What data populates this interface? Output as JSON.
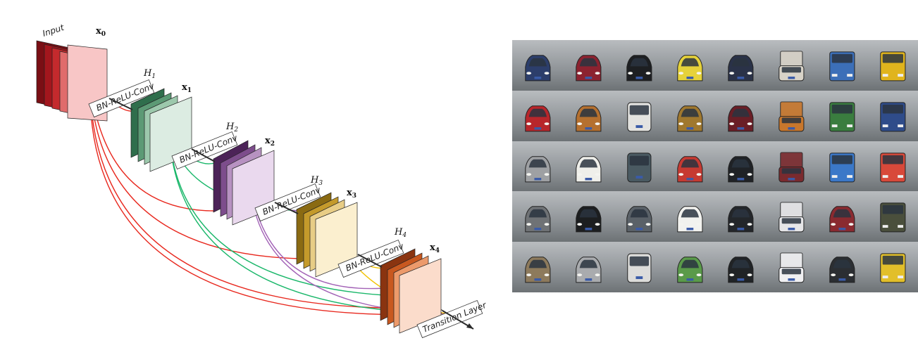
{
  "diagram": {
    "input_label": "Input",
    "block_label": "BN-ReLU-Conv",
    "transition_label": "Transition Layer",
    "stages": [
      {
        "x_main": "x",
        "x_sub": "0",
        "h_main": "",
        "h_sub": "",
        "colors": [
          "#7a0e14",
          "#a3161d",
          "#c42a2d",
          "#e06b6b",
          "#f8c6c6"
        ]
      },
      {
        "x_main": "x",
        "x_sub": "1",
        "h_main": "H",
        "h_sub": "1",
        "colors": [
          "#2f6e4c",
          "#5c9a75",
          "#9cc8ac",
          "#dcece2"
        ]
      },
      {
        "x_main": "x",
        "x_sub": "2",
        "h_main": "H",
        "h_sub": "2",
        "colors": [
          "#4c2358",
          "#7d4d8c",
          "#b792c1",
          "#ead9ee"
        ]
      },
      {
        "x_main": "x",
        "x_sub": "3",
        "h_main": "H",
        "h_sub": "3",
        "colors": [
          "#8a6a12",
          "#c49a2b",
          "#e8cd86",
          "#fbefcf"
        ]
      },
      {
        "x_main": "x",
        "x_sub": "4",
        "h_main": "H",
        "h_sub": "4",
        "colors": [
          "#8a3410",
          "#c8581f",
          "#ec9a6b",
          "#fbdccb"
        ]
      }
    ],
    "connection_colors": {
      "red": "#e8281e",
      "green": "#1ab76a",
      "purple": "#a262b6",
      "yellow": "#f2c200",
      "dark": "#3a3a3a"
    }
  },
  "vehicle_grid": {
    "rows": 5,
    "cols": 8,
    "vehicles": [
      {
        "type": "sedan",
        "color": "#2c3e6b"
      },
      {
        "type": "sedan",
        "color": "#8c2230"
      },
      {
        "type": "sedan",
        "color": "#1d1f22"
      },
      {
        "type": "hatch",
        "color": "#e6d23a"
      },
      {
        "type": "sedan",
        "color": "#2a3248"
      },
      {
        "type": "pickup",
        "color": "#d8d3c8"
      },
      {
        "type": "bus",
        "color": "#3c6fb8"
      },
      {
        "type": "truck",
        "color": "#e0b41d"
      },
      {
        "type": "sedan",
        "color": "#b8262b"
      },
      {
        "type": "suv",
        "color": "#b5702f"
      },
      {
        "type": "van",
        "color": "#e3e3e0"
      },
      {
        "type": "suv",
        "color": "#a0782e"
      },
      {
        "type": "sedan",
        "color": "#6a1e26"
      },
      {
        "type": "pickup",
        "color": "#c8772c"
      },
      {
        "type": "bus",
        "color": "#3a7d3f"
      },
      {
        "type": "truck",
        "color": "#2f4c8a"
      },
      {
        "type": "sedan",
        "color": "#9ea0a3"
      },
      {
        "type": "sedan",
        "color": "#efefea"
      },
      {
        "type": "van",
        "color": "#4a5a62"
      },
      {
        "type": "hatch",
        "color": "#c63a32"
      },
      {
        "type": "sedan",
        "color": "#1f2226"
      },
      {
        "type": "pickup",
        "color": "#7a2a2e"
      },
      {
        "type": "bus",
        "color": "#3b78c8"
      },
      {
        "type": "truck",
        "color": "#d8493a"
      },
      {
        "type": "sedan",
        "color": "#6f7275"
      },
      {
        "type": "sedan",
        "color": "#1c1e20"
      },
      {
        "type": "suv",
        "color": "#5a6168"
      },
      {
        "type": "hatch",
        "color": "#f2f2ef"
      },
      {
        "type": "sedan",
        "color": "#23262a"
      },
      {
        "type": "pickup",
        "color": "#e6e6e8"
      },
      {
        "type": "sedan",
        "color": "#8a2a30"
      },
      {
        "type": "truck",
        "color": "#4a4f3c"
      },
      {
        "type": "sedan",
        "color": "#8d7a5c"
      },
      {
        "type": "suv",
        "color": "#a9abae"
      },
      {
        "type": "van",
        "color": "#dcdcda"
      },
      {
        "type": "hatch",
        "color": "#5a9a4a"
      },
      {
        "type": "sedan",
        "color": "#202326"
      },
      {
        "type": "pickup",
        "color": "#f0f0f2"
      },
      {
        "type": "sedan",
        "color": "#2b2e32"
      },
      {
        "type": "truck",
        "color": "#e2bf2a"
      }
    ]
  }
}
